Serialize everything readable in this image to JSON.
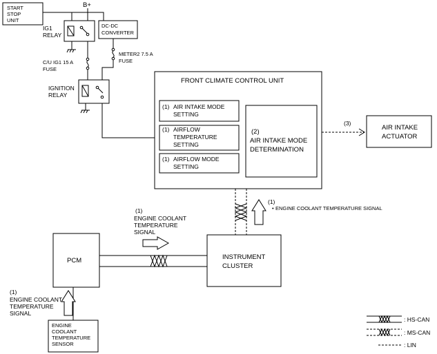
{
  "power": {
    "bplus": "B+"
  },
  "start_stop_unit": {
    "lines": [
      "START",
      "STOP",
      "UNIT"
    ]
  },
  "ig1_relay": {
    "lines": [
      "IG1",
      "RELAY"
    ]
  },
  "dcdc_converter": {
    "lines": [
      "DC-DC",
      "CONVERTER"
    ]
  },
  "meter2_fuse": {
    "lines": [
      "METER2 7.5 A",
      "FUSE"
    ]
  },
  "cu_fuse": {
    "lines": [
      "C/U IG1 15 A",
      "FUSE"
    ]
  },
  "ignition_relay": {
    "lines": [
      "IGNITION",
      "RELAY"
    ]
  },
  "fccu": {
    "title": "FRONT CLIMATE CONTROL UNIT",
    "settings": [
      {
        "num": "(1)",
        "lines": [
          "AIR INTAKE MODE",
          "SETTING"
        ]
      },
      {
        "num": "(1)",
        "lines": [
          "AIRFLOW",
          "TEMPERATURE",
          "SETTING"
        ]
      },
      {
        "num": "(1)",
        "lines": [
          "AIRFLOW MODE",
          "SETTING"
        ]
      }
    ],
    "determination": {
      "num": "(2)",
      "lines": [
        "AIR INTAKE MODE",
        "DETERMINATION"
      ]
    }
  },
  "arrow3": {
    "num": "(3)"
  },
  "actuator": {
    "lines": [
      "AIR INTAKE",
      "ACTUATOR"
    ]
  },
  "ect_signal_right": {
    "num": "(1)",
    "text": "ENGINE COOLANT  TEMPERATURE SIGNAL"
  },
  "ect_signal_mid": {
    "num": "(1)",
    "lines": [
      "ENGINE COOLANT",
      "TEMPERATURE",
      "SIGNAL"
    ]
  },
  "ect_signal_left": {
    "num": "(1)",
    "lines": [
      "ENGINE COOLANT",
      "TEMPERATURE",
      "SIGNAL"
    ]
  },
  "pcm": {
    "label": "PCM"
  },
  "instrument_cluster": {
    "lines": [
      "INSTRUMENT",
      "CLUSTER"
    ]
  },
  "sensor": {
    "lines": [
      "ENGINE",
      "COOLANT",
      "TEMPERATURE",
      "SENSOR"
    ]
  },
  "legend": [
    {
      "label": ": HS-CAN"
    },
    {
      "label": ": MS-CAN"
    },
    {
      "label": ": LIN"
    }
  ]
}
